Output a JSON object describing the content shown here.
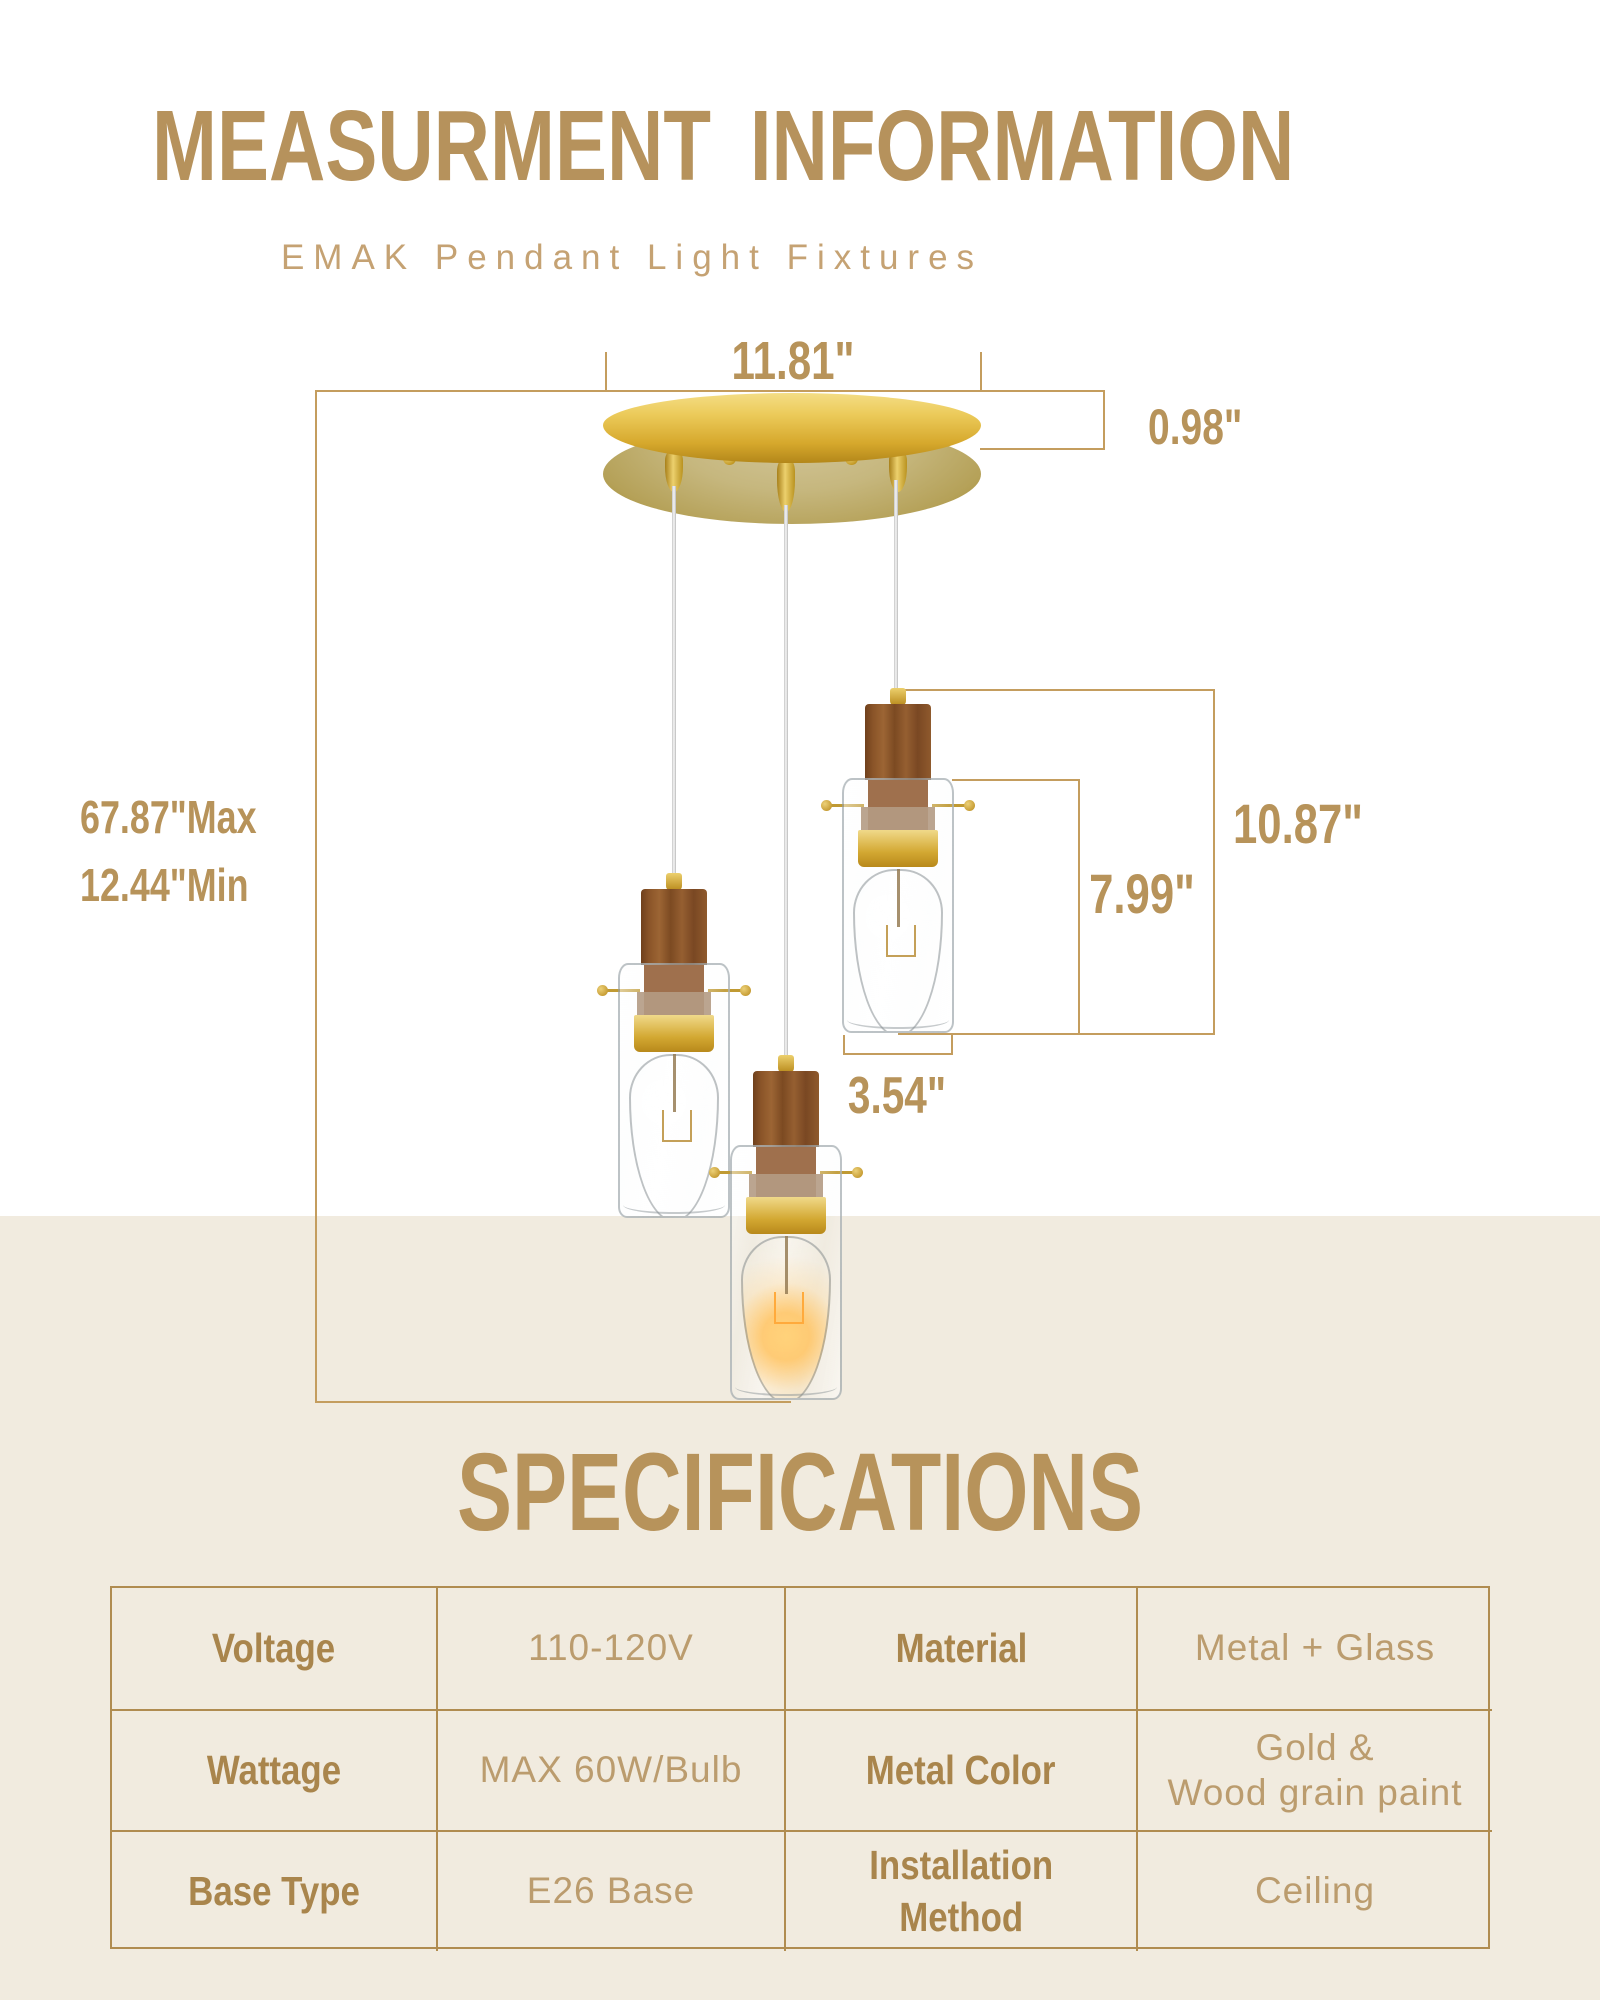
{
  "header": {
    "title": "MEASURMENT INFORMATION",
    "subtitle": "EMAK Pendant Light Fixtures"
  },
  "dimensions": {
    "canopy_width": "11.81\"",
    "canopy_thickness": "0.98\"",
    "height_max": "67.87\"Max",
    "height_min": "12.44\"Min",
    "pendant_height": "10.87\"",
    "shade_height": "7.99\"",
    "shade_width": "3.54\""
  },
  "specifications": {
    "title": "SPECIFICATIONS",
    "rows": [
      {
        "label1": "Voltage",
        "value1": "110-120V",
        "label2": "Material",
        "value2": "Metal + Glass"
      },
      {
        "label1": "Wattage",
        "value1": "MAX 60W/Bulb",
        "label2": "Metal Color",
        "value2": "Gold &\nWood grain paint"
      },
      {
        "label1": "Base Type",
        "value1": "E26 Base",
        "label2": "Installation\nMethod",
        "value2": "Ceiling"
      }
    ]
  },
  "colors": {
    "accent_gold_text": "#b6925c",
    "dimension_line": "#c49d5e",
    "canopy_gold": "#d6a82c",
    "wood": "#8a5428",
    "beige_band": "#f1ebdf",
    "table_border": "#b08c50"
  }
}
